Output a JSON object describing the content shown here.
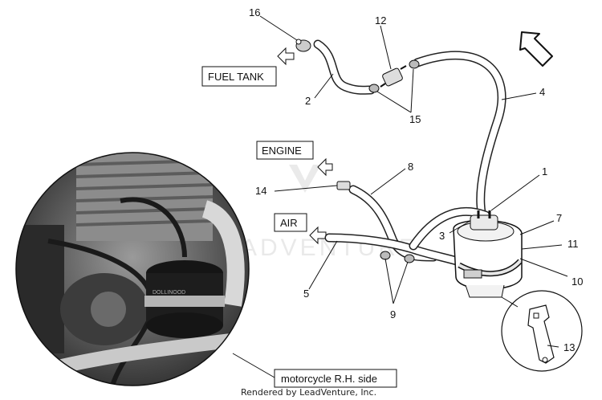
{
  "labels": {
    "fuel_tank": "FUEL TANK",
    "engine": "ENGINE",
    "air": "AIR",
    "photo_caption": "motorcycle R.H. side",
    "credit": "Rendered by LeadVenture, Inc.",
    "watermark": "ADVENTURE"
  },
  "photo": {
    "canister_text": "DOLLINOOD"
  },
  "parts": [
    {
      "id": "part-1",
      "number": "1"
    },
    {
      "id": "part-2",
      "number": "2"
    },
    {
      "id": "part-3",
      "number": "3"
    },
    {
      "id": "part-4",
      "number": "4"
    },
    {
      "id": "part-5",
      "number": "5"
    },
    {
      "id": "part-7",
      "number": "7"
    },
    {
      "id": "part-8",
      "number": "8"
    },
    {
      "id": "part-9",
      "number": "9"
    },
    {
      "id": "part-10",
      "number": "10"
    },
    {
      "id": "part-11",
      "number": "11"
    },
    {
      "id": "part-12",
      "number": "12"
    },
    {
      "id": "part-13",
      "number": "13"
    },
    {
      "id": "part-14",
      "number": "14"
    },
    {
      "id": "part-15",
      "number": "15"
    },
    {
      "id": "part-16",
      "number": "16"
    }
  ]
}
